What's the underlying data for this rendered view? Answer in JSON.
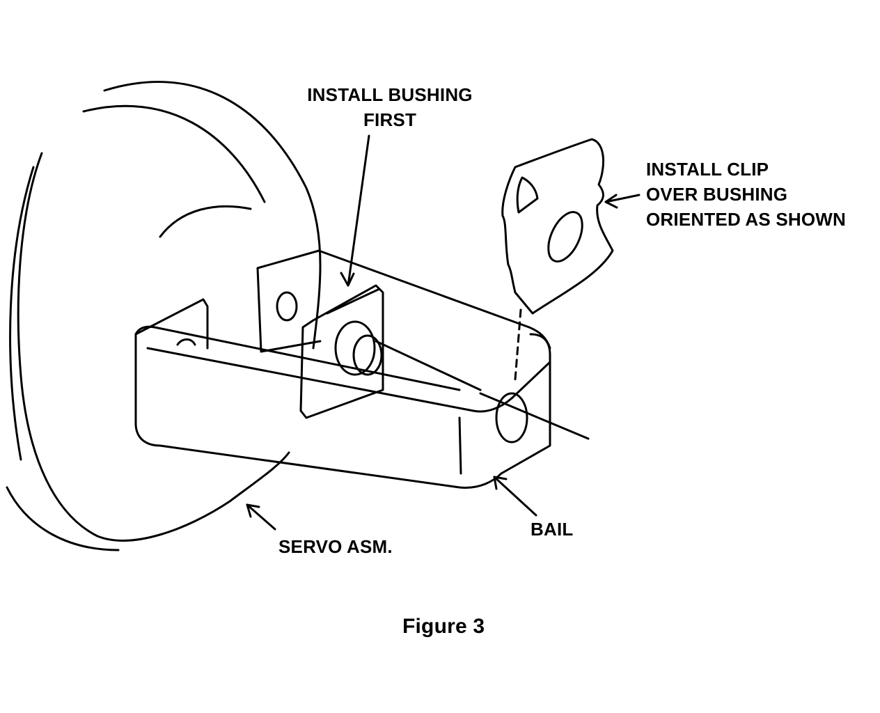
{
  "labels": {
    "install_bushing_line1": "INSTALL BUSHING",
    "install_bushing_line2": "FIRST",
    "install_clip_line1": "INSTALL CLIP",
    "install_clip_line2": "OVER BUSHING",
    "install_clip_line3": "ORIENTED AS SHOWN",
    "servo": "SERVO ASM.",
    "bail": "BAIL"
  },
  "caption": "Figure 3",
  "colors": {
    "ink": "#000000",
    "paper": "#ffffff"
  }
}
